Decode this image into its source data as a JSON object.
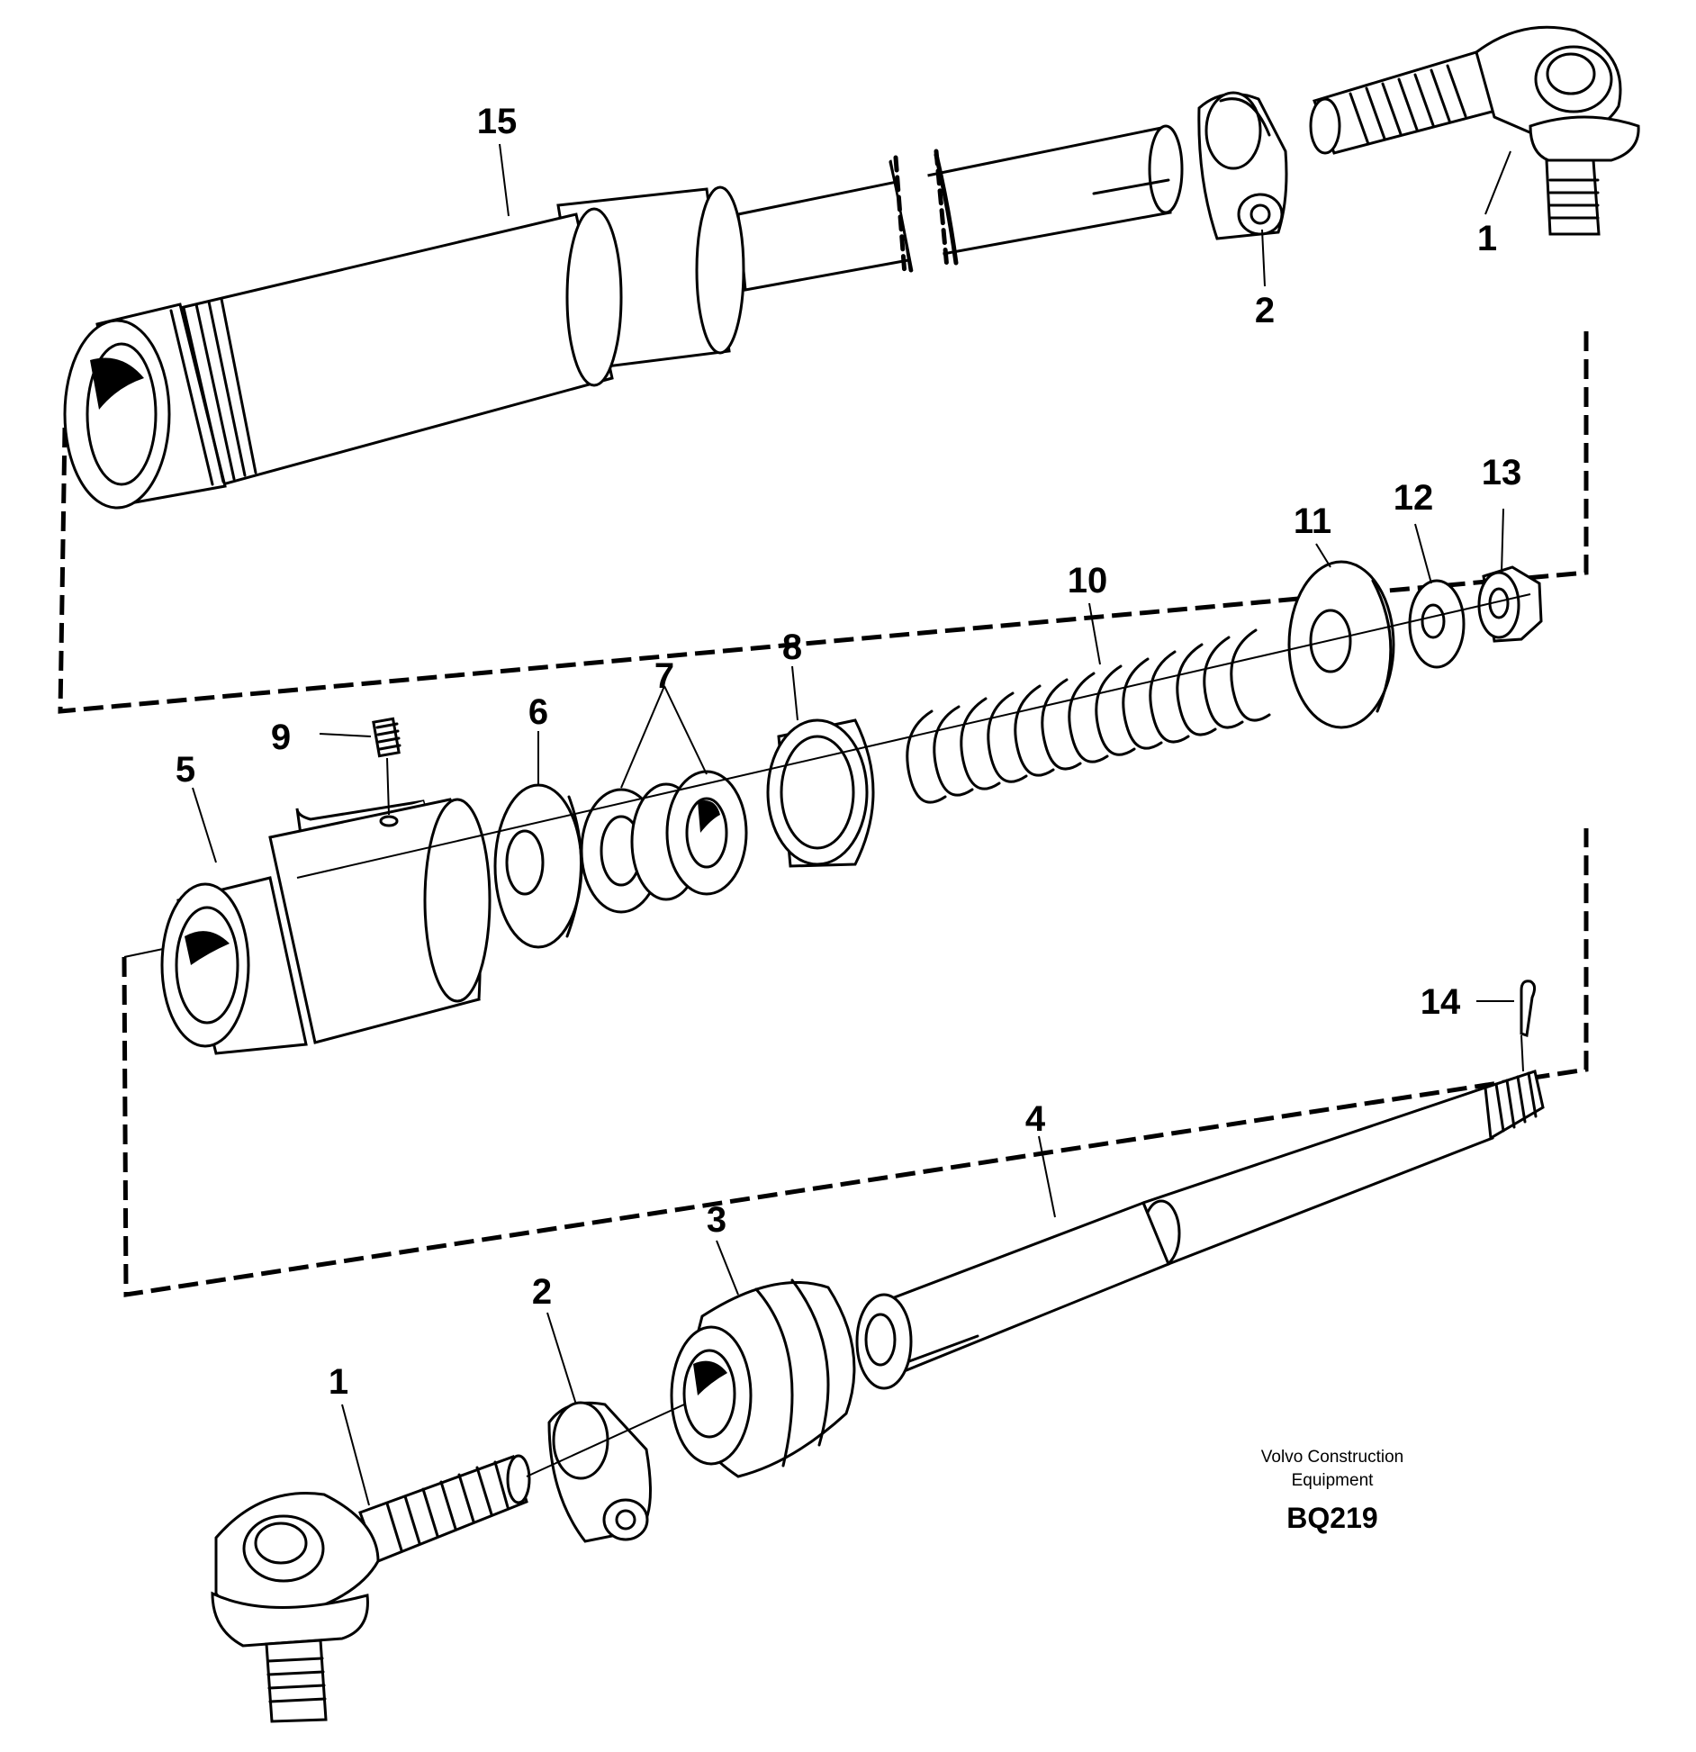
{
  "callouts": {
    "c1_top": "1",
    "c2_top": "2",
    "c15": "15",
    "c13": "13",
    "c12": "12",
    "c11": "11",
    "c10": "10",
    "c8": "8",
    "c7": "7",
    "c6": "6",
    "c9": "9",
    "c5": "5",
    "c14": "14",
    "c4": "4",
    "c3": "3",
    "c2_bottom": "2",
    "c1_bottom": "1"
  },
  "credit": {
    "line1": "Volvo Construction",
    "line2": "Equipment"
  },
  "figure_code": "BQ219"
}
